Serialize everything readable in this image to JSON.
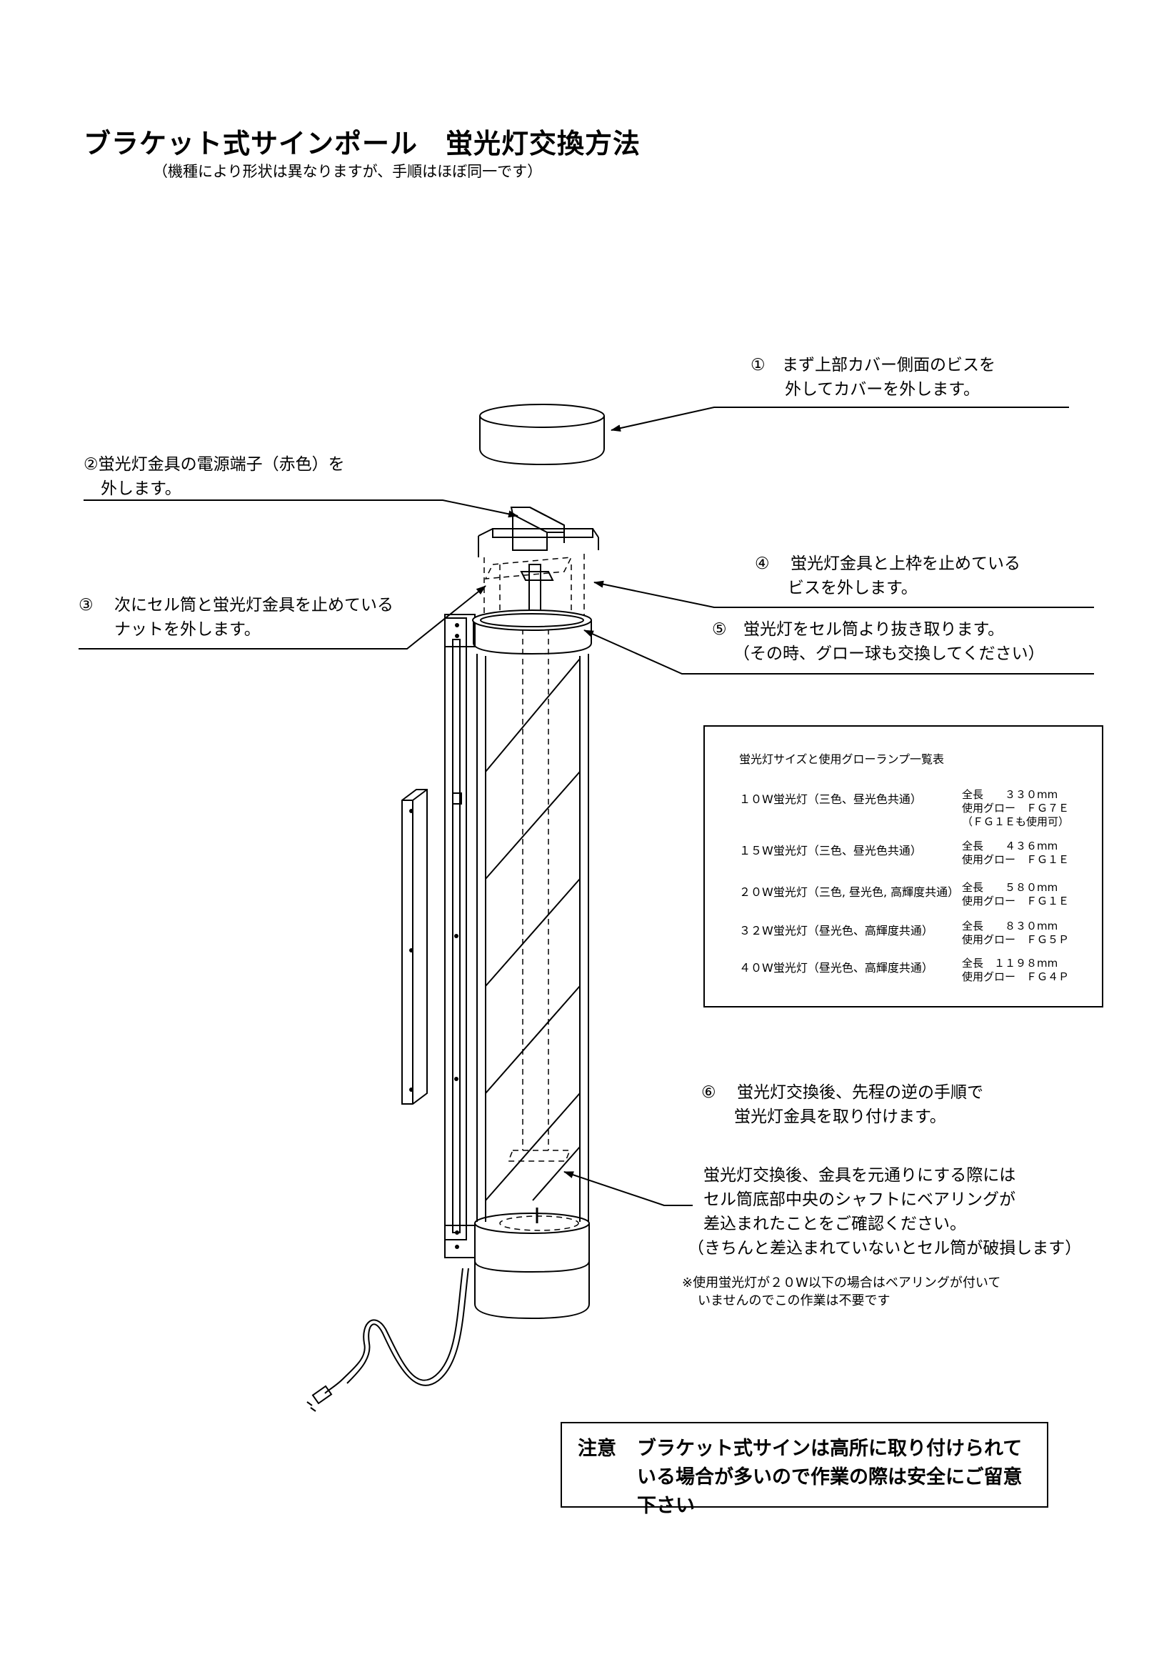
{
  "title": "ブラケット式サインポール　蛍光灯交換方法",
  "subtitle": "（機種により形状は異なりますが、手順はほぼ同一です）",
  "steps": {
    "s1": {
      "num": "①",
      "line1": "まず上部カバー側面のビスを",
      "line2": "外してカバーを外します。"
    },
    "s2": {
      "line1": "②蛍光灯金具の電源端子（赤色）を",
      "line2": "外します。"
    },
    "s3": {
      "num": "③",
      "line1": "次にセル筒と蛍光灯金具を止めている",
      "line2": "ナットを外します。"
    },
    "s4": {
      "num": "④",
      "line1": "蛍光灯金具と上枠を止めている",
      "line2": "ビスを外します。"
    },
    "s5": {
      "num": "⑤",
      "line1": "蛍光灯をセル筒より抜き取ります。",
      "line2": "（その時、グロー球も交換してください）"
    },
    "s6": {
      "num": "⑥",
      "line1": "蛍光灯交換後、先程の逆の手順で",
      "line2": "蛍光灯金具を取り付けます。"
    }
  },
  "bearing": {
    "line1": "蛍光灯交換後、金具を元通りにする際には",
    "line2": "セル筒底部中央のシャフトにベアリングが",
    "line3": "差込まれたことをご確認ください。",
    "line4": "（きちんと差込まれていないとセル筒が破損します）",
    "foot1": "※使用蛍光灯が２０W以下の場合はベアリングが付いて",
    "foot2": "いませんのでこの作業は不要です"
  },
  "table": {
    "title": "蛍光灯サイズと使用グローランプ一覧表",
    "rows": [
      {
        "lamp": "１０W蛍光灯（三色、昼光色共通）",
        "length": "全長　　３３０mm",
        "glow": "使用グロー　ＦＧ７Ｅ",
        "extra": "（ＦＧ１Ｅも使用可）"
      },
      {
        "lamp": "１５W蛍光灯（三色、昼光色共通）",
        "length": "全長　　４３６mm",
        "glow": "使用グロー　ＦＧ１Ｅ",
        "extra": ""
      },
      {
        "lamp": "２０W蛍光灯（三色, 昼光色, 高輝度共通）",
        "length": "全長　　５８０mm",
        "glow": "使用グロー　ＦＧ１Ｅ",
        "extra": ""
      },
      {
        "lamp": "３２W蛍光灯（昼光色、高輝度共通）",
        "length": "全長　　８３０mm",
        "glow": "使用グロー　ＦＧ５Ｐ",
        "extra": ""
      },
      {
        "lamp": "４０W蛍光灯（昼光色、高輝度共通）",
        "length": "全長　１１９８mm",
        "glow": "使用グロー　ＦＧ４Ｐ",
        "extra": ""
      }
    ]
  },
  "caution": {
    "label": "注意",
    "line1": "ブラケット式サインは高所に取り付けられて",
    "line2": "いる場合が多いので作業の際は安全にご留意",
    "line3": "下さい"
  }
}
